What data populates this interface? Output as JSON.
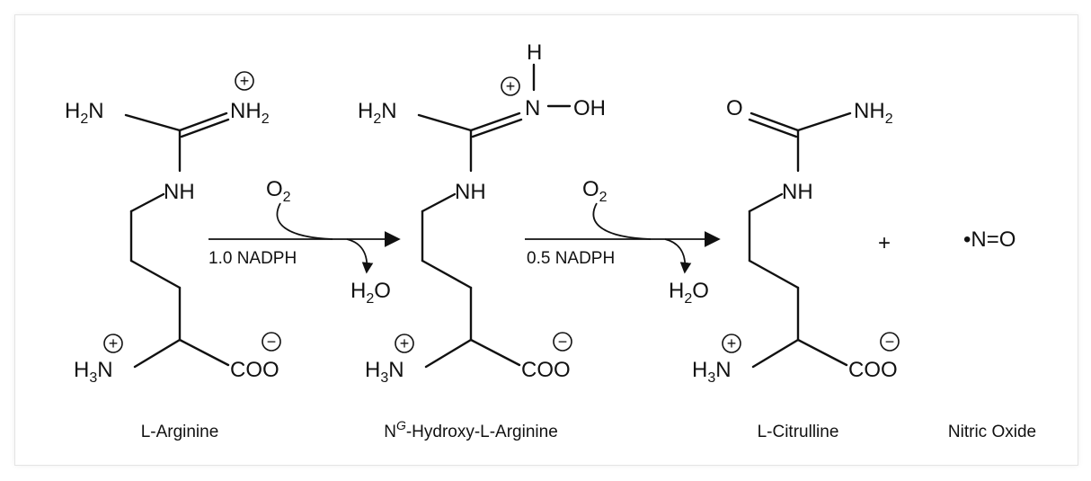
{
  "atoms": {
    "h2n": "H2N",
    "h": "H",
    "nh2": "NH2",
    "nh": "NH",
    "n": "N",
    "oh": "OH",
    "o": "O",
    "h3n": "H3N",
    "coo": "COO",
    "no_radical": "•N=O",
    "o2": "O2",
    "h2o": "H2O"
  },
  "charges": {
    "plus": "+",
    "minus": "−"
  },
  "reagents": {
    "step1": "1.0 NADPH",
    "step2": "0.5 NADPH"
  },
  "plus_sign": "+",
  "captions": {
    "arginine": "L-Arginine",
    "hydroxy_prefix": "N",
    "hydroxy_sup": "G",
    "hydroxy_rest": "-Hydroxy-L-Arginine",
    "citrulline": "L-Citrulline",
    "nitric_oxide": "Nitric Oxide"
  }
}
